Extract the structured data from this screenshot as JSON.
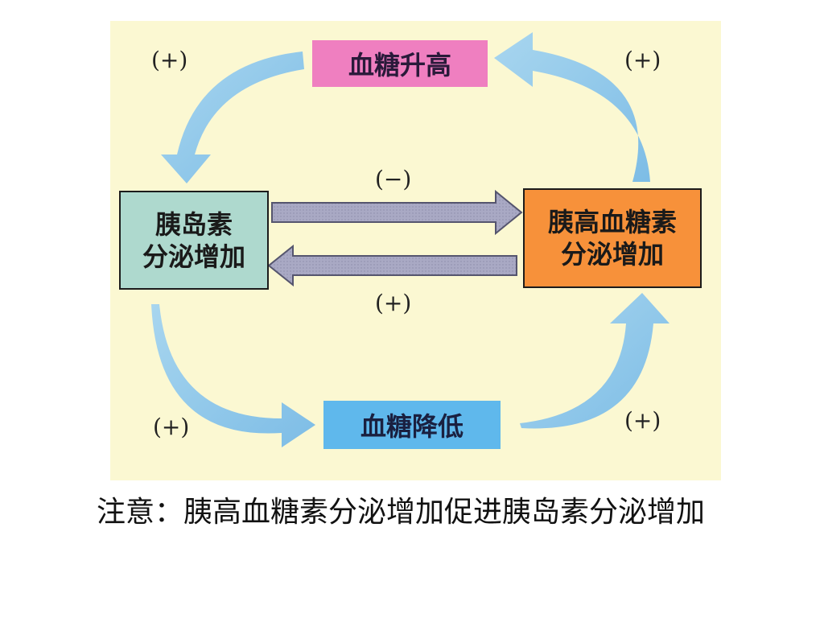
{
  "diagram": {
    "nodes": {
      "blood_sugar_up": "血糖升高",
      "blood_sugar_down": "血糖降低",
      "insulin_line1": "胰岛素",
      "insulin_line2": "分泌增加",
      "glucagon_line1": "胰高血糖素",
      "glucagon_line2": "分泌增加"
    },
    "signs": {
      "top_left": "(+)",
      "top_right": "(+)",
      "middle_top": "(−)",
      "middle_bottom": "(+)",
      "bottom_left": "(+)",
      "bottom_right": "(+)"
    },
    "colors": {
      "panel_background": "#fbf8d2",
      "pink_box": "#ef7fc0",
      "blue_box": "#5fb8ec",
      "green_box": "#aed9ce",
      "orange_box": "#f7913a",
      "curved_arrow": "#8cc8ee",
      "straight_arrow": "#a9a9c4"
    }
  },
  "note": "注意：胰高血糖素分泌增加促进胰岛素分泌增加"
}
